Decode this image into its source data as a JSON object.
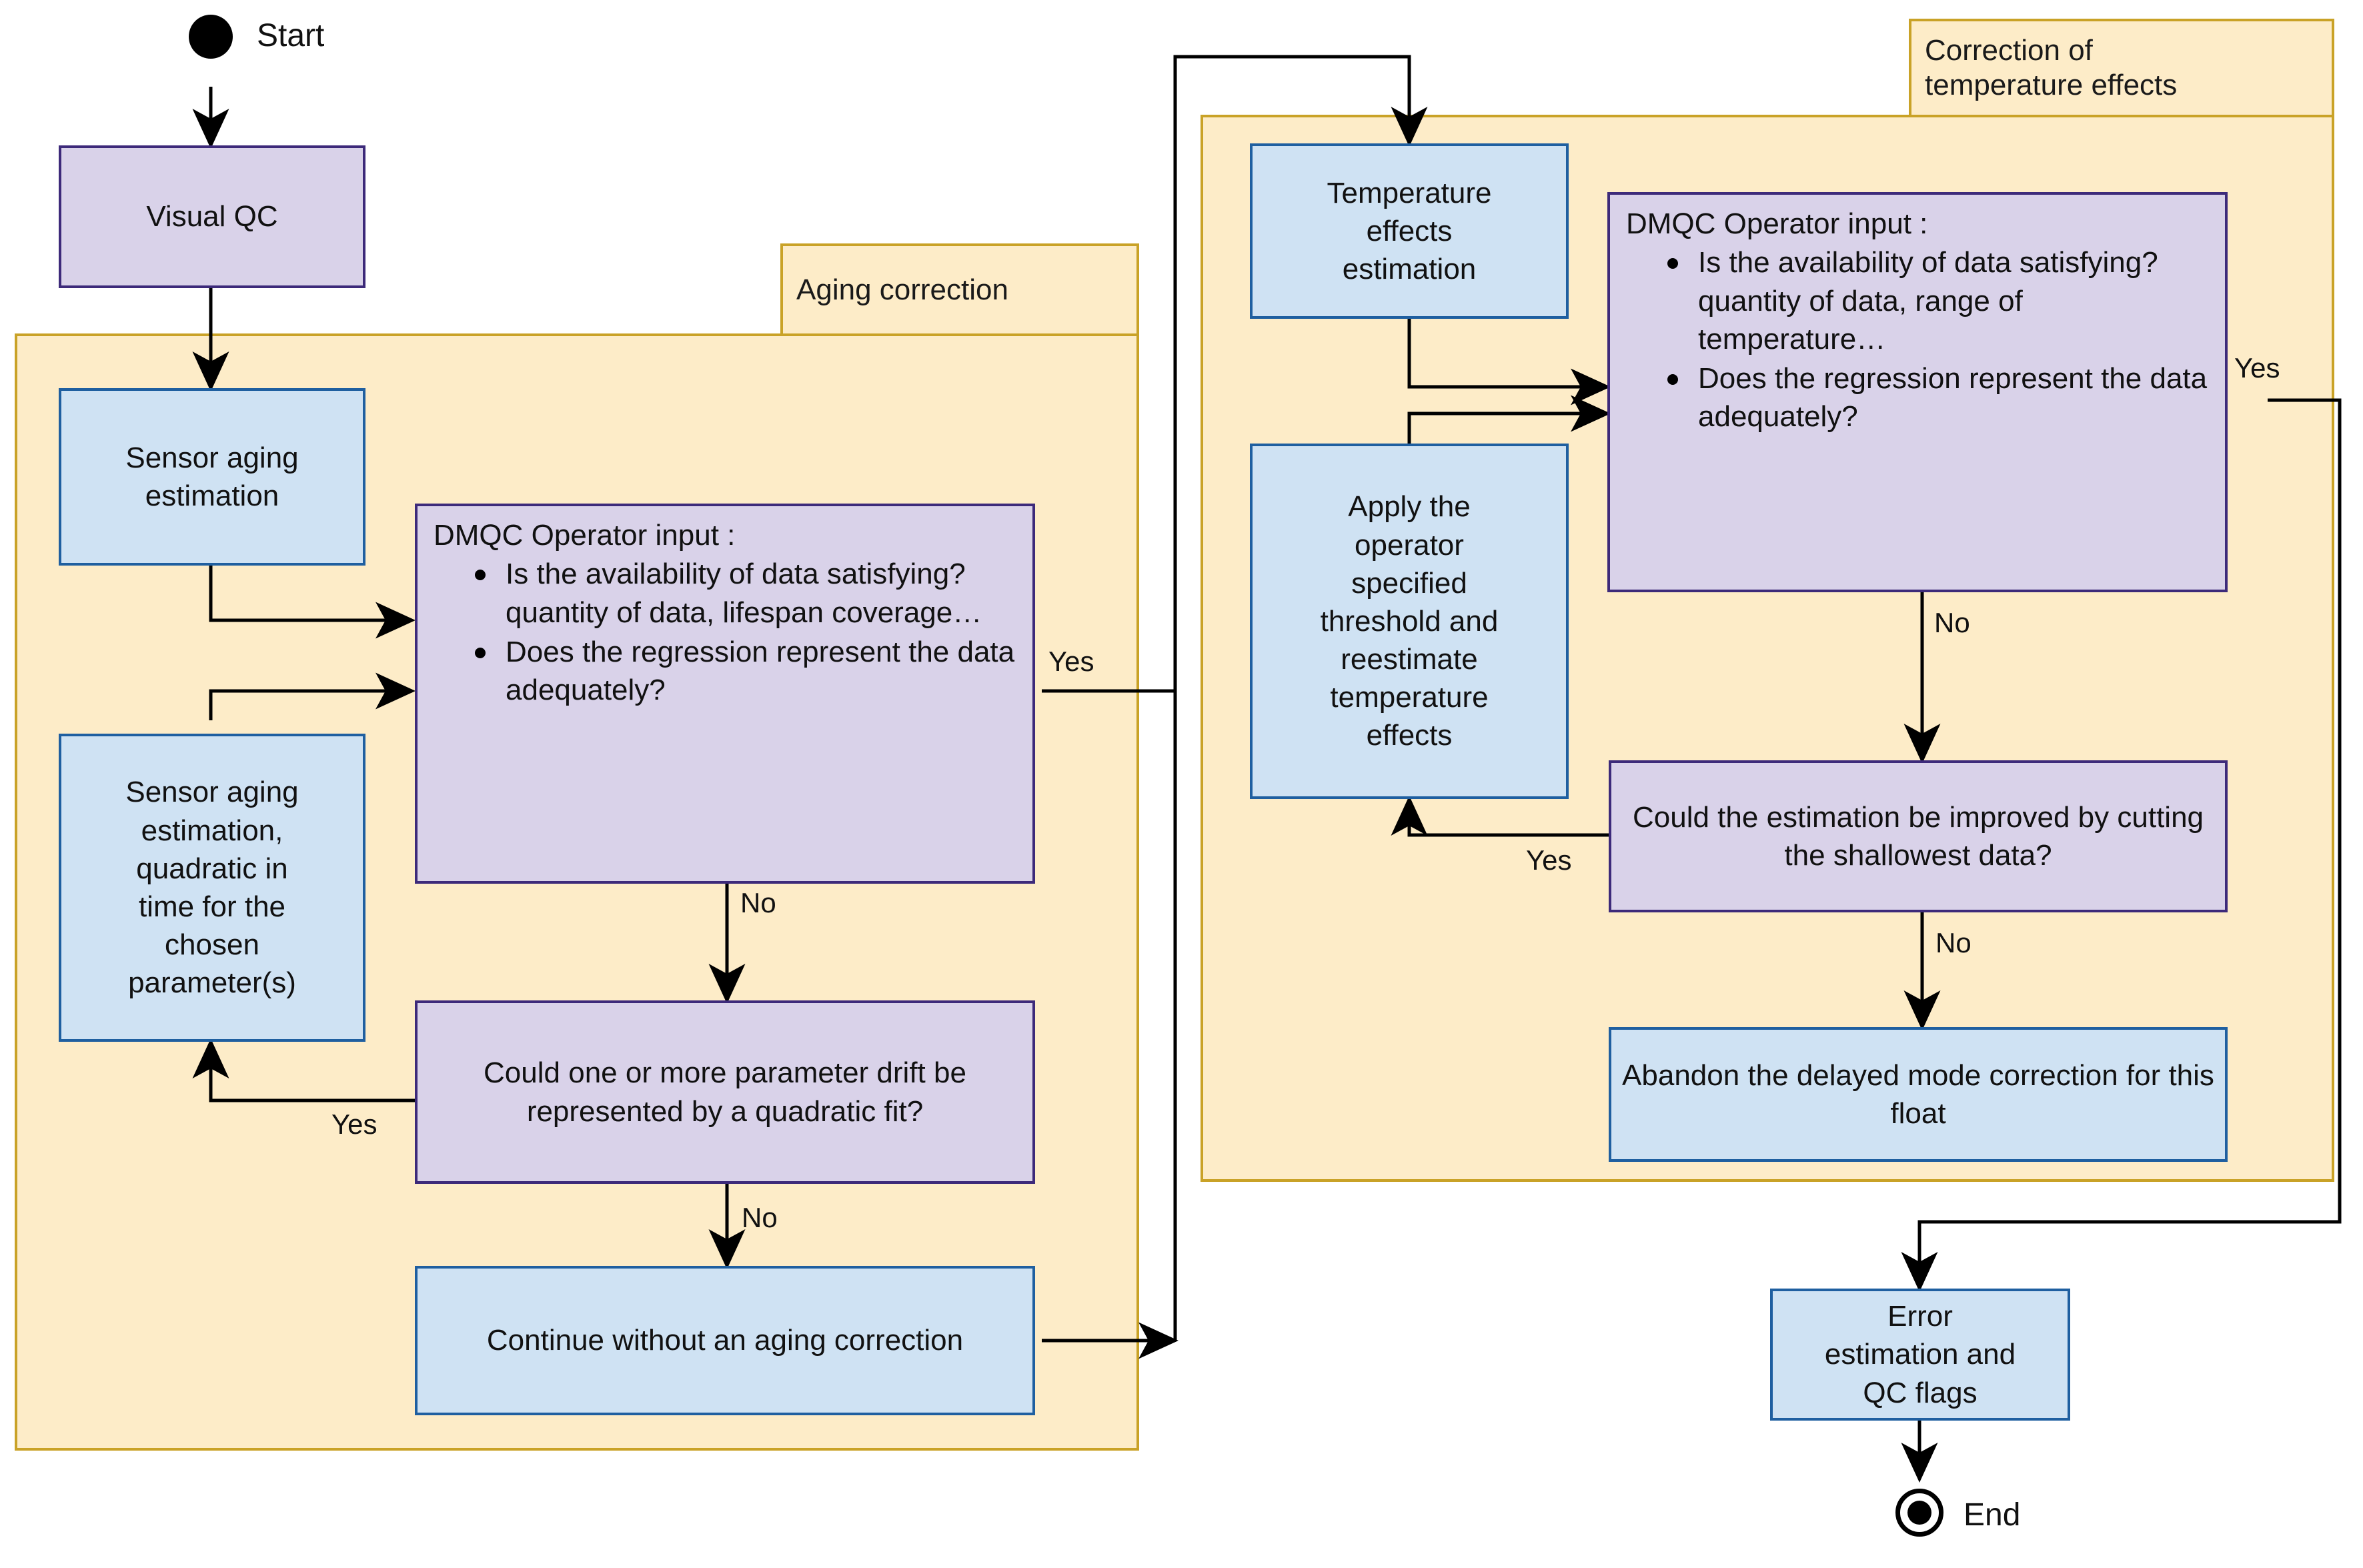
{
  "diagram": {
    "title_visible": false,
    "colors": {
      "group_fill": "#fdecc8",
      "group_border": "#c9a227",
      "process_fill": "#cfe2f3",
      "process_border": "#1f5fa0",
      "decision_fill": "#d9d2e9",
      "decision_border": "#3d2a7a",
      "edge": "#000000"
    }
  },
  "terminators": {
    "start_label": "Start",
    "end_label": "End"
  },
  "groups": [
    {
      "id": "aging",
      "title": "Aging correction"
    },
    {
      "id": "temperature",
      "title": "Correction of\ntemperature effects"
    }
  ],
  "nodes": {
    "visual_qc": {
      "label": "Visual QC",
      "type": "decision"
    },
    "sensor_aging_estimation": {
      "label": "Sensor aging\nestimation",
      "type": "process"
    },
    "sensor_aging_quadratic": {
      "label": "Sensor aging\nestimation,\nquadratic in\ntime for the\nchosen\nparameter(s)",
      "type": "process"
    },
    "dmqc_aging": {
      "type": "decision",
      "lead": "DMQC Operator input :",
      "bullets": [
        "Is the availability of data satisfying? quantity of data, lifespan coverage…",
        "Does the regression represent the data adequately?"
      ]
    },
    "quadratic_fit_question": {
      "label": "Could one or more parameter drift be represented by a quadratic fit?",
      "type": "decision"
    },
    "continue_without_aging": {
      "label": "Continue without an aging correction",
      "type": "process"
    },
    "temperature_effects_estimation": {
      "label": "Temperature\neffects\nestimation",
      "type": "process"
    },
    "apply_threshold": {
      "label": "Apply the\noperator\nspecified\nthreshold and\nreestimate\ntemperature\neffects",
      "type": "process"
    },
    "dmqc_temperature": {
      "type": "decision",
      "lead": "DMQC Operator input :",
      "bullets": [
        "Is the availability of data satisfying? quantity of data, range of temperature…",
        "Does the regression represent the data adequately?"
      ]
    },
    "cut_shallowest_question": {
      "label": "Could the estimation be improved by cutting the shallowest data?",
      "type": "decision"
    },
    "abandon_correction": {
      "label": "Abandon the delayed mode correction for this float",
      "type": "process"
    },
    "error_estimation": {
      "label": "Error\nestimation and\nQC flags",
      "type": "process"
    }
  },
  "edge_labels": {
    "aging_dmqc_yes": "Yes",
    "aging_dmqc_no": "No",
    "quadratic_yes": "Yes",
    "quadratic_no": "No",
    "temp_dmqc_yes": "Yes",
    "temp_dmqc_no": "No",
    "cut_yes": "Yes",
    "cut_no": "No"
  }
}
